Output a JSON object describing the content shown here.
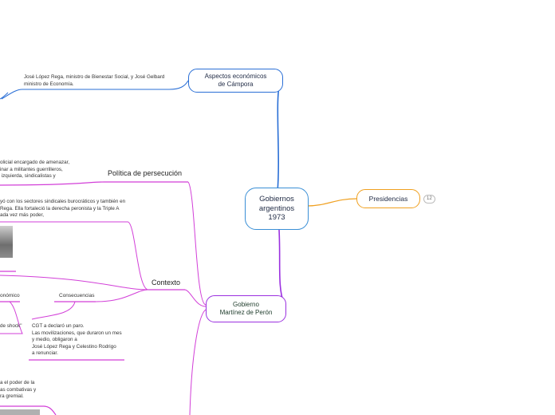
{
  "central": {
    "title": "Gobiernos\nargentinos\n1973"
  },
  "aspectos": {
    "title": "Aspectos económicos\nde Cámpora",
    "note": "José López Rega, ministro de Bienestar Social, y José Gelbard\nministro de Economía."
  },
  "presidencias": {
    "title": "Presidencias",
    "count": "12"
  },
  "peron": {
    "title": "Gobierno\nMartínez de Perón"
  },
  "politica": {
    "title": "Política de persecución",
    "note": "olicial encargado de amenazar,\ninar a militantes guerrilleros,\n izquierda, sindicalistas y"
  },
  "contexto": {
    "title": "Contexto",
    "note": "yó con los sectores sindicales burocráticos y también en\nRega. Ella fortaleció la derecha peronista y la Triple A\nada vez más poder,"
  },
  "economico": {
    "title": "onómico",
    "note": "de shock\""
  },
  "consecuencias": {
    "title": "Consecuencias",
    "note": "CGT a declaró un paro.\nLas movilizaciones, que duraron un mes\ny medio, obligaron a\nJosé López Rega y Celestino Rodrigo\na renunciar."
  },
  "bottom": {
    "note": "a el poder de la\nas combativas y\nra gremial."
  },
  "colors": {
    "blue": "#2a6fd6",
    "purple": "#9b30e0",
    "pink": "#d23fd8",
    "orange": "#f0a020",
    "teal": "#3aa6b9",
    "central_border": "#3a8fd6"
  }
}
